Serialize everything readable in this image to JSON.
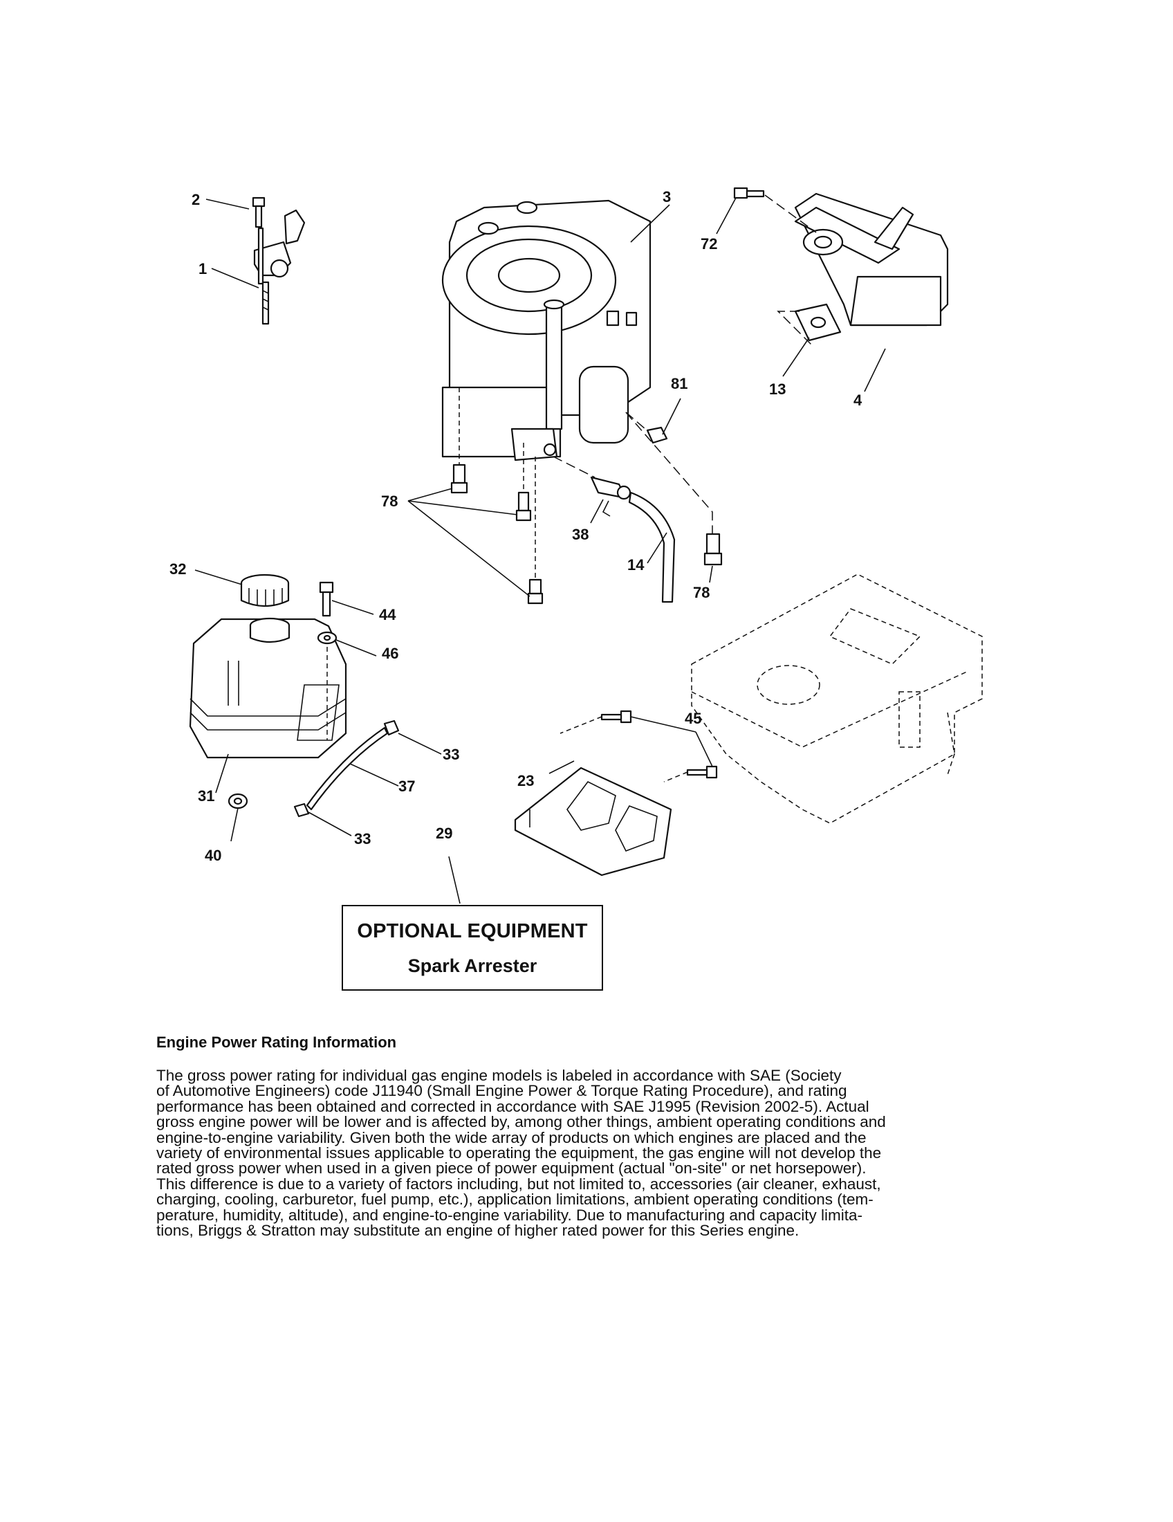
{
  "diagram": {
    "callouts": [
      {
        "id": "c2",
        "text": "2"
      },
      {
        "id": "c1",
        "text": "1"
      },
      {
        "id": "c3",
        "text": "3"
      },
      {
        "id": "c72",
        "text": "72"
      },
      {
        "id": "c13",
        "text": "13"
      },
      {
        "id": "c4",
        "text": "4"
      },
      {
        "id": "c81",
        "text": "81"
      },
      {
        "id": "c78a",
        "text": "78"
      },
      {
        "id": "c38",
        "text": "38"
      },
      {
        "id": "c14",
        "text": "14"
      },
      {
        "id": "c78b",
        "text": "78"
      },
      {
        "id": "c32",
        "text": "32"
      },
      {
        "id": "c44",
        "text": "44"
      },
      {
        "id": "c46",
        "text": "46"
      },
      {
        "id": "c45",
        "text": "45"
      },
      {
        "id": "c33a",
        "text": "33"
      },
      {
        "id": "c37",
        "text": "37"
      },
      {
        "id": "c23",
        "text": "23"
      },
      {
        "id": "c31",
        "text": "31"
      },
      {
        "id": "c33b",
        "text": "33"
      },
      {
        "id": "c29",
        "text": "29"
      },
      {
        "id": "c40",
        "text": "40"
      }
    ]
  },
  "optional_equipment": {
    "title": "OPTIONAL EQUIPMENT",
    "item": "Spark Arrester"
  },
  "rating_info": {
    "heading": "Engine Power Rating Information",
    "lines": [
      "The gross power rating for individual gas engine models is labeled in accordance with SAE (Society",
      "of Automotive Engineers) code J11940 (Small Engine Power & Torque Rating Procedure), and rating",
      "performance has been obtained and corrected in accordance with SAE J1995 (Revision 2002-5).  Actual",
      "gross engine power will be lower and is affected by, among other things, ambient operating conditions and",
      "engine-to-engine variability.  Given both the wide array of products on which engines are placed and the",
      "variety of environmental issues applicable to operating the equipment, the gas engine will not develop the",
      "rated gross power when used in a given piece of power equipment (actual \"on-site\" or net horsepower).",
      "This difference is due to a variety of factors including, but not limited to, accessories (air cleaner, exhaust,",
      "charging, cooling, carburetor, fuel pump, etc.), application limitations, ambient operating conditions (tem-",
      "perature, humidity, altitude), and engine-to-engine variability.  Due to manufacturing and capacity limita-",
      "tions, Briggs & Stratton may substitute an engine of higher rated power for this Series engine."
    ]
  }
}
